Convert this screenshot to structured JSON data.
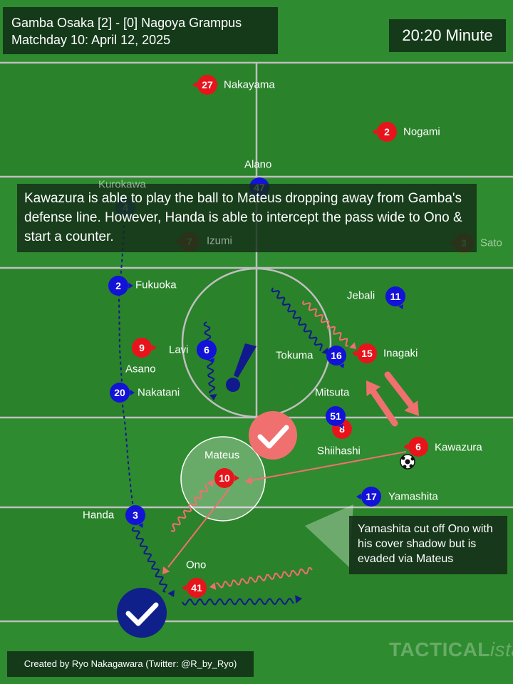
{
  "header": {
    "match_title": "Gamba Osaka [2] - [0] Nagoya Grampus",
    "matchday": "Matchday 10: April 12, 2025",
    "minute": "20:20 Minute"
  },
  "annotations": {
    "main": "Kawazura is able to play the ball to Mateus dropping away from Gamba's defense line. However, Handa is able to intercept the pass wide to Ono & start a counter.",
    "side": "Yamashita cut off Ono with his cover shadow but is evaded via Mateus"
  },
  "footer": {
    "credit": "Created by Ryo Nakagawara (Twitter: @R_by_Ryo)",
    "watermark_main": "TACTICAL",
    "watermark_italic": "ista"
  },
  "colors": {
    "pitch": "#2e8a2e",
    "line": "#bfbfbf",
    "red_team": "#e8141c",
    "blue_team": "#1212d8",
    "arrow_salmon": "#f07070",
    "arrow_navy": "#101a8c",
    "check_dark": "#10208a"
  },
  "players": {
    "red": [
      {
        "number": "27",
        "name": "Nakayama"
      },
      {
        "number": "2",
        "name": "Nogami"
      },
      {
        "number": "7",
        "name": "Izumi"
      },
      {
        "number": "3",
        "name": "Sato"
      },
      {
        "number": "9",
        "name": ""
      },
      {
        "number": "15",
        "name": "Inagaki"
      },
      {
        "number": "8",
        "name": "Shiihashi"
      },
      {
        "number": "6",
        "name": "Kawazura"
      },
      {
        "number": "10",
        "name": "Mateus"
      },
      {
        "number": "41",
        "name": "Ono"
      }
    ],
    "blue": [
      {
        "number": "47",
        "name": "Alano"
      },
      {
        "number": "4",
        "name": "Kurokawa"
      },
      {
        "number": "2",
        "name": "Fukuoka"
      },
      {
        "number": "11",
        "name": "Jebali"
      },
      {
        "number": "6",
        "name": "Lavi"
      },
      {
        "number": "16",
        "name": "Tokuma"
      },
      {
        "number": "20",
        "name": "Nakatani"
      },
      {
        "number": "51",
        "name": "Mitsuta"
      },
      {
        "number": "17",
        "name": "Yamashita"
      },
      {
        "number": "3",
        "name": "Handa"
      }
    ],
    "extra_labels": [
      "Asano"
    ]
  }
}
